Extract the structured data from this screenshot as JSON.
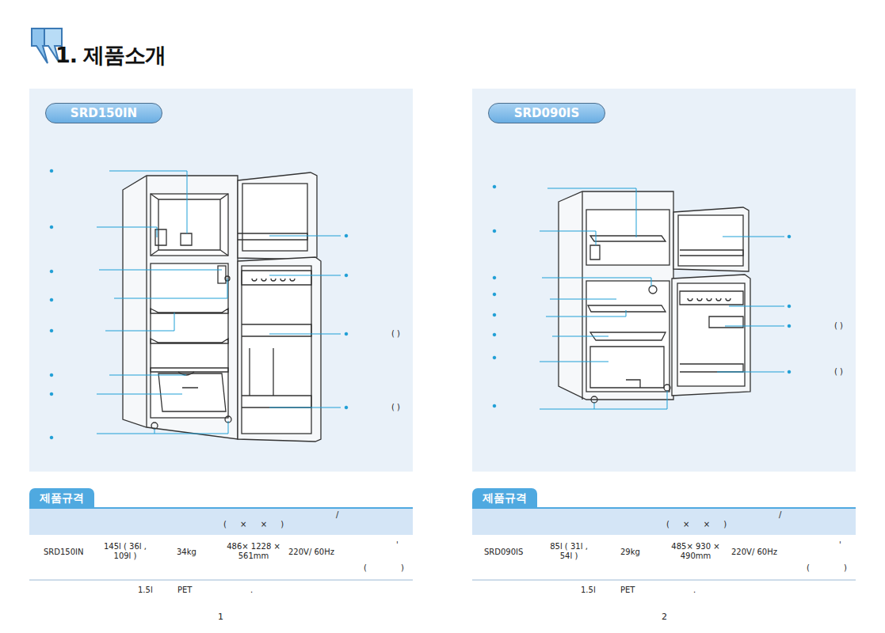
{
  "diagram": {
    "title": "1. 제품소개",
    "nodes": [
      {
        "text": [
          "SRD150IN"
        ]
      },
      {
        "text": [
          "제품규격"
        ]
      },
      {
        "text": [
          "SRD090IS"
        ]
      },
      {
        "text": [
          "제품규격"
        ]
      }
    ],
    "labels": [
      "( )",
      "( )",
      "( )",
      "( )",
      "( × × )",
      "/",
      "SRD150IN",
      "145l ( 36l , 109l )",
      "34kg",
      "486× 1228 × 561mm",
      "220V/ 60Hz",
      "'",
      "( )",
      "1.5l",
      "PET",
      ".",
      "1",
      "( × × )",
      "/",
      "SRD090IS",
      "85l ( 31l , 54l )",
      "29kg",
      "485× 930 × 490mm",
      "220V/ 60Hz",
      "'",
      "( )",
      "1.5l",
      "PET",
      ".",
      "2"
    ]
  }
}
